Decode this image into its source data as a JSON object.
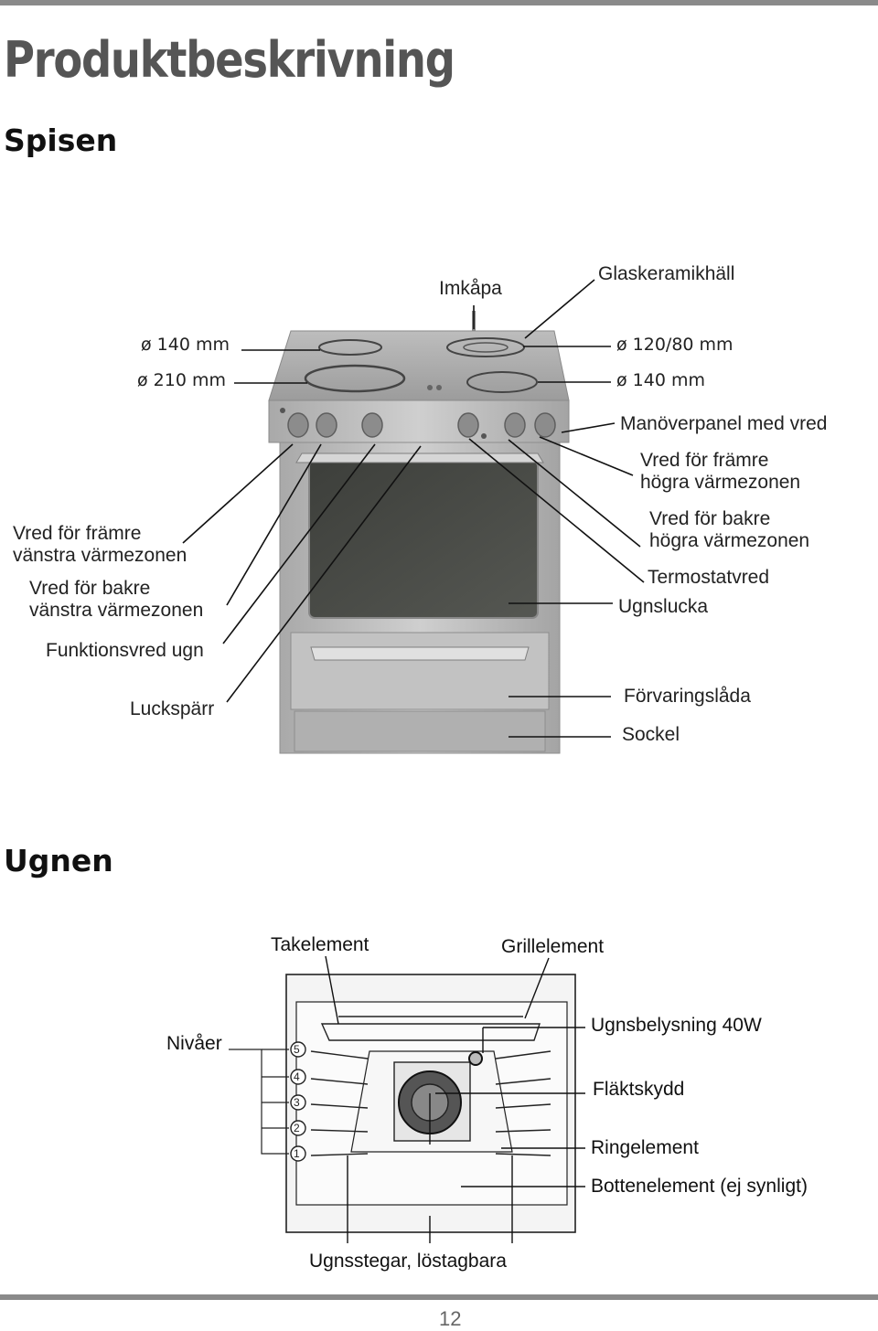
{
  "page": {
    "title": "Produktbeskrivning",
    "page_number": "12"
  },
  "section_stove": {
    "heading": "Spisen",
    "labels": {
      "hood": "Imkåpa",
      "glass_ceramic_hob": "Glaskeramikhäll",
      "back_left_zone": "ø 140 mm",
      "front_left_zone": "ø 210 mm",
      "back_right_zone": "ø 120/80 mm",
      "front_right_zone": "ø 140 mm",
      "control_panel": "Manöverpanel med vred",
      "knob_front_right": [
        "Vred för främre",
        "högra värmezonen"
      ],
      "knob_back_right": [
        "Vred för bakre",
        "högra värmezonen"
      ],
      "thermostat_knob": "Termostatvred",
      "oven_door": "Ugnslucka",
      "knob_front_left": [
        "Vred för främre",
        "vänstra värmezonen"
      ],
      "knob_back_left": [
        "Vred för bakre",
        "vänstra värmezonen"
      ],
      "function_knob": "Funktionsvred ugn",
      "door_lock": "Luckspärr",
      "storage_drawer": "Förvaringslåda",
      "plinth": "Sockel"
    }
  },
  "section_oven": {
    "heading": "Ugnen",
    "labels": {
      "top_element": "Takelement",
      "grill_element": "Grillelement",
      "levels": "Nivåer",
      "oven_light": "Ugnsbelysning 40W",
      "fan_guard": "Fläktskydd",
      "ring_element": "Ringelement",
      "bottom_element": "Bottenelement (ej synligt)",
      "shelf_supports": "Ugnsstegar, löstagbara"
    },
    "level_numbers": [
      "5",
      "4",
      "3",
      "2",
      "1"
    ]
  },
  "colors": {
    "rule": "#8a8a8a",
    "title": "#555555",
    "steel": "#b9b9b9",
    "glass": "#4a4c48"
  }
}
